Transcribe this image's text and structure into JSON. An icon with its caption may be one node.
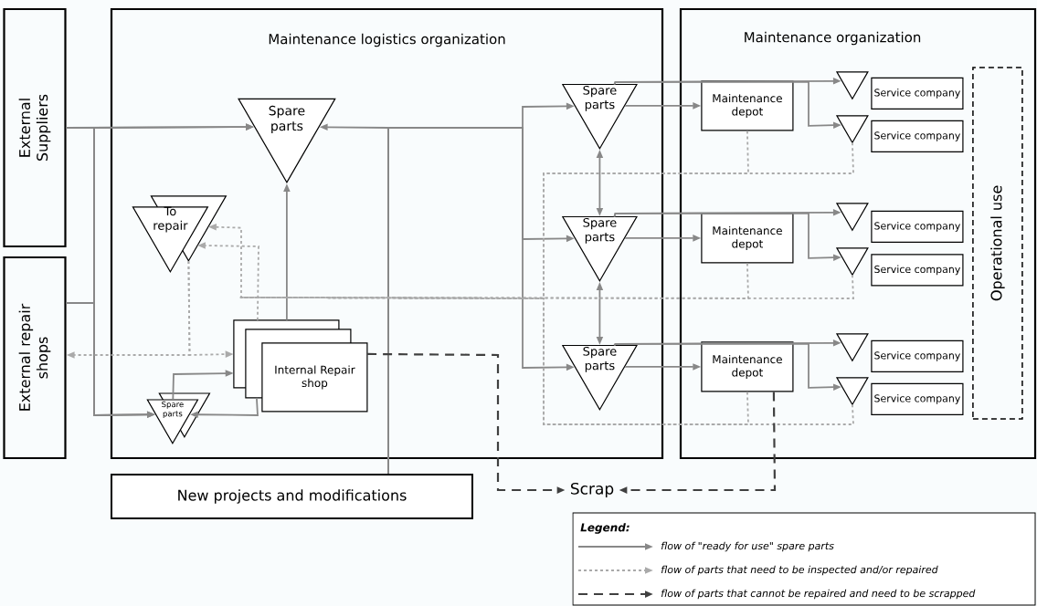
{
  "diagram": {
    "nodes": [
      {
        "text": [
          "External Suppliers"
        ]
      },
      {
        "text": [
          "External repair shops"
        ]
      },
      {
        "text": [
          "Maintenance logistics organization"
        ]
      },
      {
        "text": [
          "Maintenance organization"
        ]
      },
      {
        "text": [
          "New projects and modifications"
        ]
      },
      {
        "text": [
          "Spare parts"
        ],
        "in": 2
      },
      {
        "text": [
          "To repair"
        ],
        "in": 2
      },
      {
        "text": [
          "Spare parts"
        ],
        "in": 2
      },
      {
        "text": [
          "Internal Repair shop"
        ],
        "in": 2
      },
      {
        "text": [
          "Spare parts"
        ],
        "in": 2
      },
      {
        "text": [
          "Spare parts"
        ],
        "in": 2
      },
      {
        "text": [
          "Spare parts"
        ],
        "in": 2
      },
      {
        "text": [
          "Maintenance depot"
        ],
        "in": 3
      },
      {
        "text": [
          "Maintenance depot"
        ],
        "in": 3
      },
      {
        "text": [
          "Maintenance depot"
        ],
        "in": 3
      },
      {
        "text": [],
        "shape": "triangle",
        "in": 3
      },
      {
        "text": [],
        "shape": "triangle",
        "in": 3
      },
      {
        "text": [],
        "shape": "triangle",
        "in": 3
      },
      {
        "text": [],
        "shape": "triangle",
        "in": 3
      },
      {
        "text": [],
        "shape": "triangle",
        "in": 3
      },
      {
        "text": [],
        "shape": "triangle",
        "in": 3
      },
      {
        "text": [
          "Service company"
        ],
        "in": 3
      },
      {
        "text": [
          "Service company"
        ],
        "in": 3
      },
      {
        "text": [
          "Service company"
        ],
        "in": 3
      },
      {
        "text": [
          "Service company"
        ],
        "in": 3
      },
      {
        "text": [
          "Service company"
        ],
        "in": 3
      },
      {
        "text": [
          "Service company"
        ],
        "in": 3
      },
      {
        "text": [
          "Operational use"
        ],
        "in": 3
      },
      {
        "text": [
          "Scrap"
        ]
      }
    ],
    "edges": [
      {
        "from": 0,
        "to": 5,
        "arrow": "to"
      },
      {
        "from": 0,
        "to": 7,
        "arrow": "to"
      },
      {
        "from": 1,
        "to": 5,
        "arrow": "to"
      },
      {
        "from": 1,
        "to": 7,
        "arrow": "to"
      },
      {
        "from": 4,
        "to": 5,
        "arrow": "to"
      },
      {
        "from": 4,
        "to": 9,
        "arrow": "to"
      },
      {
        "from": 4,
        "to": 10,
        "arrow": "to"
      },
      {
        "from": 4,
        "to": 11,
        "arrow": "to"
      },
      {
        "from": 8,
        "to": 5,
        "arrow": "to"
      },
      {
        "from": 8,
        "to": 7,
        "arrow": "to"
      },
      {
        "from": 7,
        "to": 8,
        "arrow": "to"
      },
      {
        "from": 9,
        "to": 10,
        "arrow": "both"
      },
      {
        "from": 10,
        "to": 11,
        "arrow": "both"
      },
      {
        "from": 9,
        "to": 12,
        "arrow": "to"
      },
      {
        "from": 10,
        "to": 13,
        "arrow": "to"
      },
      {
        "from": 11,
        "to": 14,
        "arrow": "to"
      },
      {
        "from": 9,
        "to": 15,
        "arrow": "to"
      },
      {
        "from": 9,
        "to": 16,
        "arrow": "to"
      },
      {
        "from": 10,
        "to": 17,
        "arrow": "to"
      },
      {
        "from": 10,
        "to": 18,
        "arrow": "to"
      },
      {
        "from": 11,
        "to": 19,
        "arrow": "to"
      },
      {
        "from": 11,
        "to": 20,
        "arrow": "to"
      },
      {
        "from": 12,
        "to": 6,
        "arrow": "to",
        "style": "dashed",
        "color": "#aaaaaa"
      },
      {
        "from": 16,
        "to": 6,
        "arrow": "to",
        "style": "dashed",
        "color": "#aaaaaa"
      },
      {
        "from": 13,
        "to": 6,
        "arrow": "to",
        "style": "dashed",
        "color": "#aaaaaa"
      },
      {
        "from": 18,
        "to": 6,
        "arrow": "to",
        "style": "dashed",
        "color": "#aaaaaa"
      },
      {
        "from": 14,
        "to": 6,
        "arrow": "to",
        "style": "dashed",
        "color": "#aaaaaa"
      },
      {
        "from": 20,
        "to": 6,
        "arrow": "to",
        "style": "dashed",
        "color": "#aaaaaa"
      },
      {
        "from": 8,
        "to": 6,
        "arrow": "to",
        "style": "dashed",
        "color": "#aaaaaa"
      },
      {
        "from": 6,
        "to": 1,
        "arrow": "to",
        "style": "dashed",
        "color": "#aaaaaa"
      },
      {
        "from": 6,
        "to": 8,
        "arrow": "to",
        "style": "dashed",
        "color": "#aaaaaa"
      },
      {
        "from": 8,
        "to": 28,
        "arrow": "to",
        "style": "dashed",
        "color": "#404040"
      },
      {
        "from": 14,
        "to": 28,
        "arrow": "to",
        "style": "dashed",
        "color": "#404040"
      }
    ],
    "labels": [
      "Legend:"
    ],
    "legend": [
      {
        "text": "flow of \"ready for use\" spare parts"
      },
      {
        "text": "flow of parts that need to be inspected and/or repaired"
      },
      {
        "text": "flow of parts that cannot be repaired and need to be scrapped"
      }
    ]
  }
}
